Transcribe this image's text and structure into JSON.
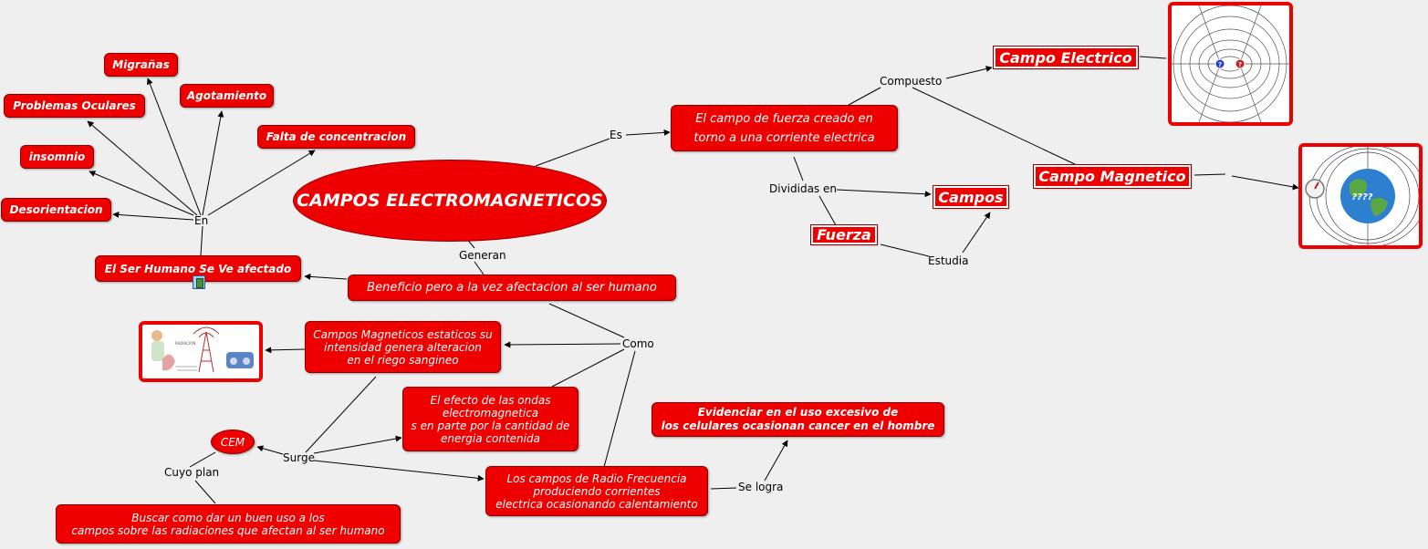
{
  "colors": {
    "node_fill": "#ee0000",
    "node_border": "#8a0000",
    "background": "#efefef"
  },
  "main_concept": "CAMPOS ELECTROMAGNETICOS",
  "link_labels": {
    "en": "En",
    "es": "Es",
    "compuesto": "Compuesto",
    "divididas_en": "Divididas en",
    "estudia": "Estudia",
    "generan": "Generan",
    "como": "Como",
    "surge": "Surge",
    "cuyo_plan": "Cuyo plan",
    "se_logra": "Se logra"
  },
  "effects": {
    "migranas": "Migrañas",
    "agotamiento": "Agotamiento",
    "problemas_oculares": "Problemas Oculares",
    "falta_concentracion": "Falta de concentracion",
    "insomnio": "insomnio",
    "desorientacion": "Desorientacion",
    "ser_humano": "El Ser Humano Se Ve afectado"
  },
  "definition": "El campo de fuerza creado en\ntorno a una corriente electrica",
  "campo_electrico": "Campo Electrico",
  "campo_magnetico": "Campo Magnetico",
  "campos": "Campos",
  "fuerza": "Fuerza",
  "beneficio": "Beneficio pero a la vez afectacion al ser humano",
  "campos_estaticos": "Campos Magneticos estaticos su\nintensidad genera alteracion\nen el riego sangineo",
  "efecto_ondas": "El efecto de las ondas\nelectromagnetica\ns en parte por la cantidad de\nenergia contenida",
  "radio_frecuencia": "Los campos de Radio Frecuencia\nproduciendo corrientes\nelectrica ocasionando calentamiento",
  "evidenciar": "Evidenciar en el uso excesivo de\nlos celulares ocasionan cancer en el hombre",
  "cem": "CEM",
  "buscar": "Buscar como dar un buen uso a los\ncampos  sobre las radiaciones que afectan al ser humano",
  "icons": {
    "film": "film-icon",
    "dipole": "electric-field-dipole-image",
    "earth": "earth-magnetic-field-image",
    "phone": "radio-phone-image"
  }
}
